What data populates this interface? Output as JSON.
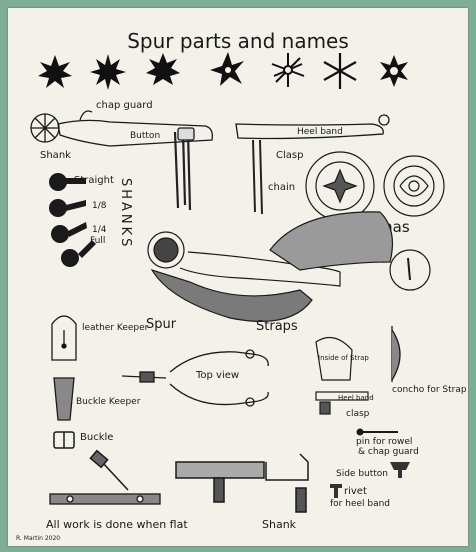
{
  "title": "Spur parts and names",
  "labels": {
    "chap_guard": "chap guard",
    "button": "Button",
    "shank": "Shank",
    "heel_band": "Heel band",
    "clasp": "Clasp",
    "chain": "chain",
    "straight": "Straight",
    "one_eighth": "1/8",
    "one_quarter": "1/4",
    "full": "Full",
    "shanks": "SHANKS",
    "conchas": "conchas",
    "spur": "Spur",
    "straps": "Straps",
    "leather_keeper": "leather Keeper",
    "top_view": "Top view",
    "buckle_keeper": "Buckle Keeper",
    "buckle": "Buckle",
    "inside_of_strap": "Inside of Strap",
    "heel_band_small": "Heel band",
    "clasp_small": "clasp",
    "concho_for_strap": "concho for Strap",
    "pin_for_rowel": "pin for rowel",
    "chap_guard_small": "& chap guard",
    "side_button": "Side button",
    "rivet": "rivet",
    "for_heel_band": "for heel band",
    "all_work": "All work is done when flat",
    "shank_bottom": "Shank",
    "signature": "R. Martin 2020"
  }
}
